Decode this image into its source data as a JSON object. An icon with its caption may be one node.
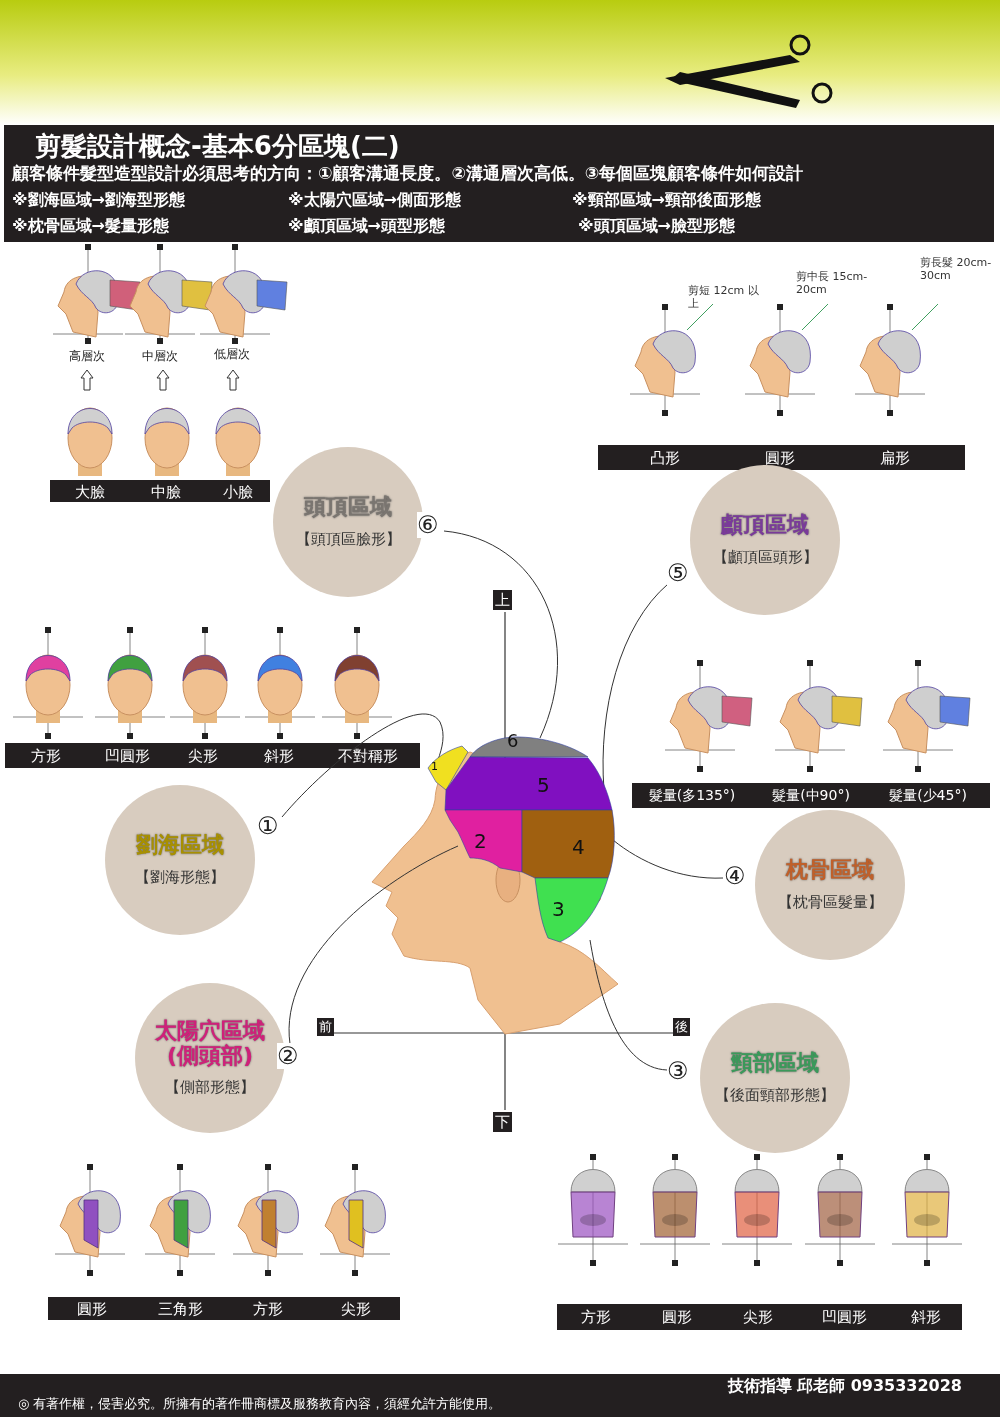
{
  "diagram": {
    "title": "剪髮設計概念-基本6分區塊(二)",
    "nodes": [
      {
        "text": [
          "頭頂區域",
          "【頭頂區臉形】"
        ],
        "beside": [
          "⑥"
        ]
      },
      {
        "text": [
          "顱頂區域",
          "【顱頂區頭形】"
        ],
        "beside": [
          "⑤"
        ]
      },
      {
        "text": [
          "劉海區域",
          "【劉海形態】"
        ],
        "beside": [
          "①"
        ]
      },
      {
        "text": [
          "枕骨區域",
          "【枕骨區髮量】"
        ],
        "beside": [
          "④"
        ]
      },
      {
        "text": [
          "太陽穴區域 (側頭部)",
          "【側部形態】"
        ],
        "beside": [
          "②"
        ]
      },
      {
        "text": [
          "頸部區域",
          "【後面頸部形態】"
        ],
        "beside": [
          "③"
        ]
      },
      {
        "text": [
          "6"
        ]
      },
      {
        "text": [
          "1"
        ]
      },
      {
        "text": [
          "5"
        ]
      },
      {
        "text": [
          "2"
        ]
      },
      {
        "text": [
          "4"
        ]
      },
      {
        "text": [
          "3"
        ]
      }
    ],
    "edges": [
      {
        "from": 2,
        "to": 7,
        "arrow": "none"
      },
      {
        "from": 4,
        "to": 9,
        "arrow": "none"
      },
      {
        "from": 5,
        "to": 11,
        "arrow": "none"
      },
      {
        "from": 3,
        "to": 10,
        "arrow": "none"
      },
      {
        "from": 1,
        "to": 8,
        "arrow": "none"
      },
      {
        "from": 0,
        "to": 6,
        "arrow": "none"
      }
    ],
    "labels": [
      "顧客條件髮型造型設計必須思考的方向：①顧客溝通長度。②溝通層次高低。③每個區塊顧客條件如何設計",
      "※劉海區域→劉海型形態",
      "※太陽穴區域→側面形態",
      "※頸部區域→頸部後面形態",
      "※枕骨區域→髮量形態",
      "※顱頂區域→頭型形態",
      "※頭頂區域→臉型形態",
      "剪短 12cm 以上",
      "剪中長 15cm-20cm",
      "剪長髮 20cm-30cm",
      "高層次",
      "中層次",
      "低層次",
      "凸形",
      "圓形",
      "扁形",
      "大臉",
      "中臉",
      "小臉",
      "上",
      "方形",
      "凹圓形",
      "尖形",
      "斜形",
      "不對稱形",
      "髮量(多135°)",
      "髮量(中90°)",
      "髮量(少45°)",
      "前",
      "後",
      "下",
      "圓形",
      "三角形",
      "方形",
      "尖形",
      "方形",
      "圓形",
      "尖形",
      "凹圓形",
      "斜形",
      "技術指導 邱老師 0935332028",
      "◎ 有著作權，侵害必究。所擁有的著作冊商標及服務教育內容，須經允許方能使用。"
    ]
  }
}
